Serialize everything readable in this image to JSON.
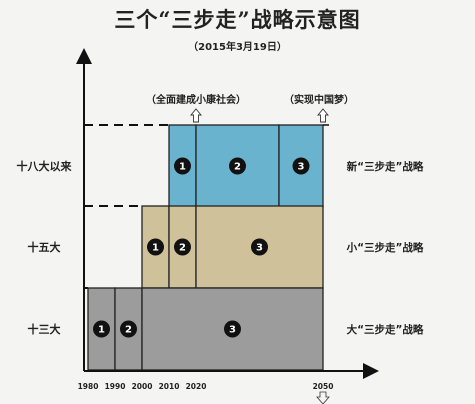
{
  "title": "三个“三步走”战略示意图",
  "subtitle": "（2015年3月19日）",
  "goals": [
    {
      "text": "（全面建成小康社会）",
      "year": 2020
    },
    {
      "text": "（实现中国梦）",
      "year": 2050
    }
  ],
  "rows": [
    {
      "label": "十八大以来",
      "name": "新“三步走”战略",
      "color": "#6ab3cf",
      "segments": [
        {
          "n": "1",
          "from": 2010,
          "to": 2020
        },
        {
          "n": "2",
          "from": 2020,
          "to": 2035
        },
        {
          "n": "3",
          "from": 2035,
          "to": 2050
        }
      ]
    },
    {
      "label": "十五大",
      "name": "小“三步走”战略",
      "color": "#cfc29a",
      "segments": [
        {
          "n": "1",
          "from": 2000,
          "to": 2010
        },
        {
          "n": "2",
          "from": 2010,
          "to": 2020
        },
        {
          "n": "3",
          "from": 2020,
          "to": 2050
        }
      ]
    },
    {
      "label": "十三大",
      "name": "大“三步走”战略",
      "color": "#9c9c9c",
      "segments": [
        {
          "n": "1",
          "from": 1980,
          "to": 1990
        },
        {
          "n": "2",
          "from": 1990,
          "to": 2000
        },
        {
          "n": "3",
          "from": 2000,
          "to": 2050
        }
      ]
    }
  ],
  "x_ticks": [
    "1980",
    "1990",
    "2000",
    "2010",
    "2020",
    "2050"
  ]
}
